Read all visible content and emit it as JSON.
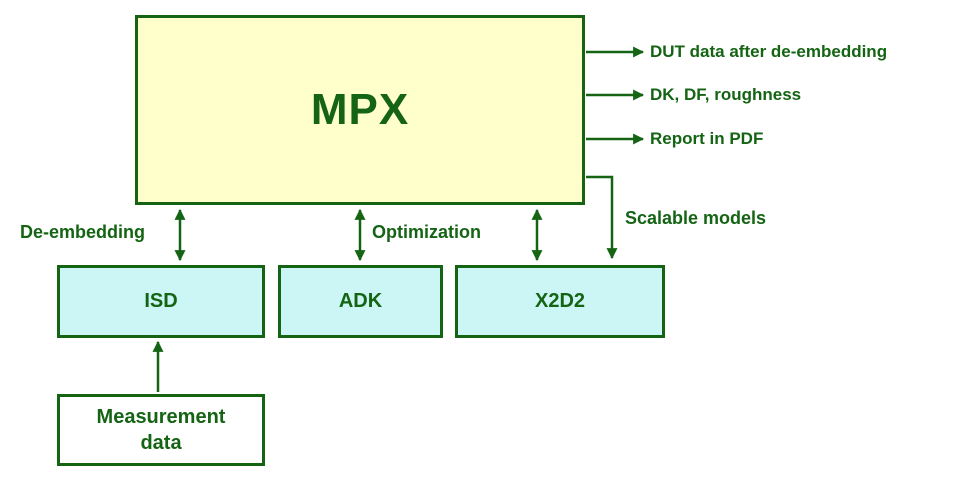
{
  "colors": {
    "green": "#146414",
    "mpx-fill": "#FFFFCC",
    "tool-fill": "#CCF5F5",
    "plain-fill": "#FFFFFF"
  },
  "mpx": {
    "label": "MPX"
  },
  "outputs": [
    {
      "label": "DUT data after de-embedding"
    },
    {
      "label": "DK, DF, roughness"
    },
    {
      "label": "Report in PDF"
    }
  ],
  "connections": {
    "de_embedding": "De-embedding",
    "optimization": "Optimization",
    "scalable_models": "Scalable models"
  },
  "tools": [
    {
      "id": "isd",
      "label": "ISD"
    },
    {
      "id": "adk",
      "label": "ADK"
    },
    {
      "id": "x2d2",
      "label": "X2D2"
    }
  ],
  "measurement": {
    "label": "Measurement\ndata"
  }
}
